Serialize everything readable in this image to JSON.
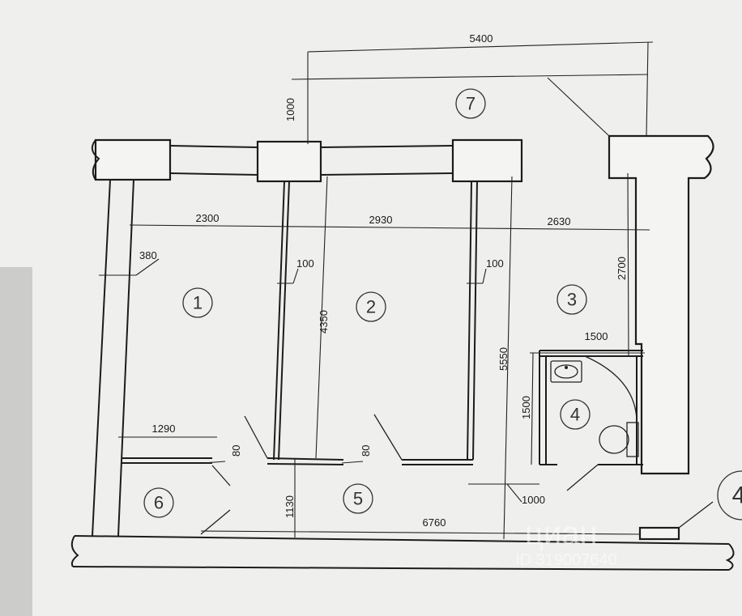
{
  "plan": {
    "rooms": [
      "1",
      "2",
      "3",
      "4",
      "5",
      "6",
      "7",
      "4"
    ],
    "dimensions": {
      "d5400": "5400",
      "d1000_top": "1000",
      "d2300": "2300",
      "d2930": "2930",
      "d2630": "2630",
      "d380": "380",
      "d100_a": "100",
      "d100_b": "100",
      "d4350": "4350",
      "d5550": "5550",
      "d2700": "2700",
      "d1500_h": "1500",
      "d1500_v": "1500",
      "d1290": "1290",
      "d80_a": "80",
      "d80_b": "80",
      "d1130": "1130",
      "d1000_bottom": "1000",
      "d6760": "6760"
    }
  },
  "watermark": {
    "brand": "циан",
    "id": "ID 319007640"
  }
}
